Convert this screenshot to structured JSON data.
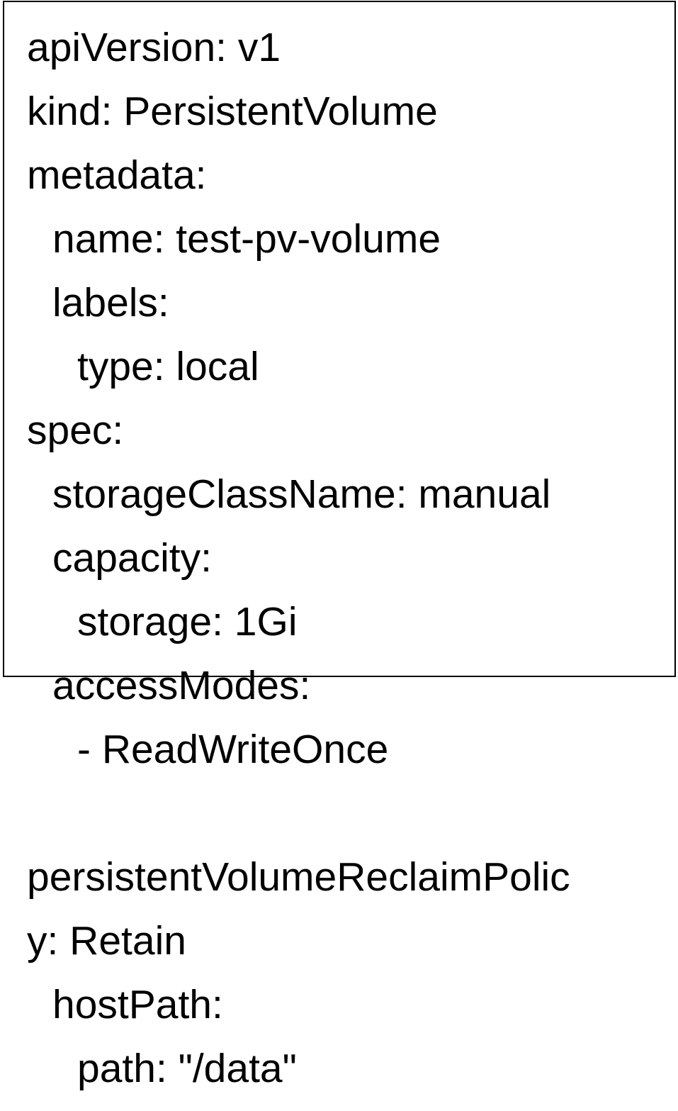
{
  "yaml_lines": [
    "apiVersion: v1",
    "kind: PersistentVolume",
    "metadata:",
    "name: test-pv-volume",
    "labels:",
    "type: local",
    "spec:",
    "storageClassName: manual",
    "capacity:",
    "storage: 1Gi",
    "accessModes:",
    "- ReadWriteOnce",
    "",
    "persistentVolumeReclaimPolic",
    "y: Retain",
    "hostPath:",
    "path: \"/data\""
  ]
}
